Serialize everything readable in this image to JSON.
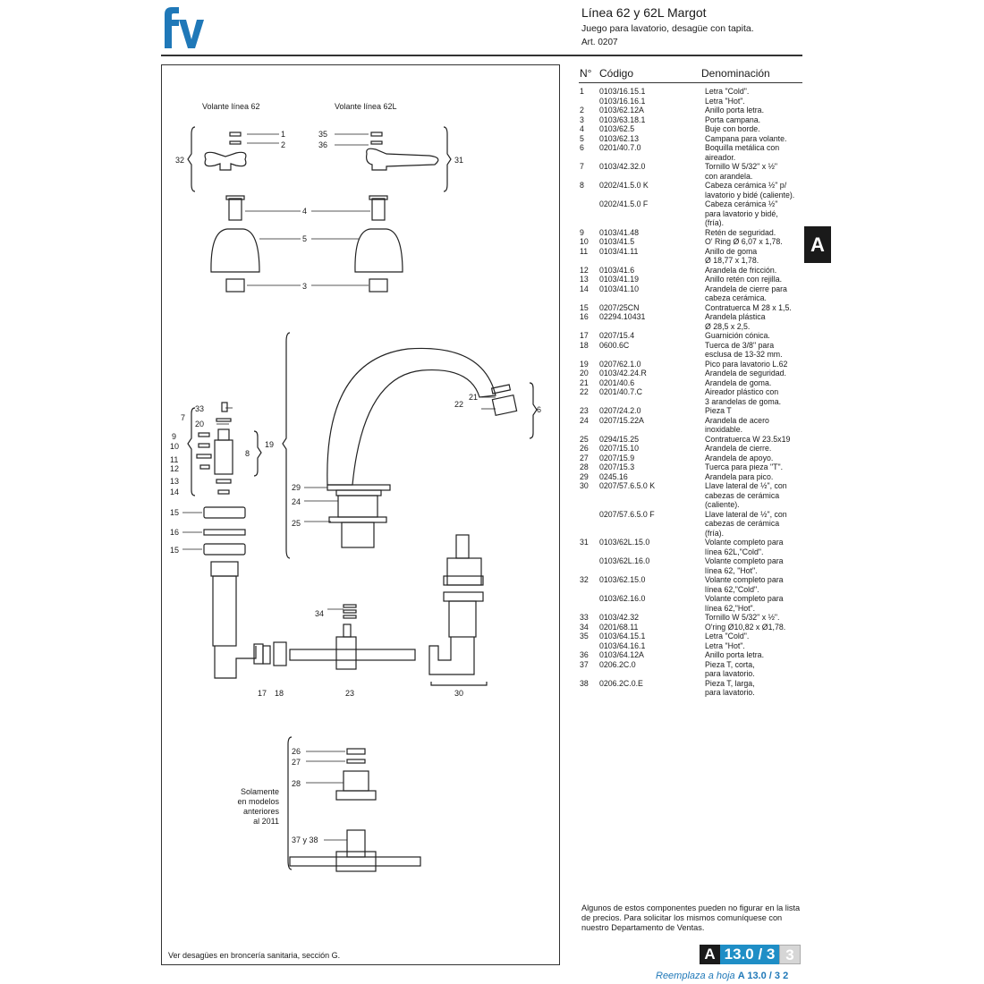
{
  "header": {
    "logo": "fv",
    "title": "Línea 62 y 62L Margot",
    "subtitle": "Juego para lavatorio, desagüe con tapita.",
    "article": "Art. 0207"
  },
  "table": {
    "col_n": "N°",
    "col_code": "Código",
    "col_name": "Denominación",
    "rows": [
      {
        "n": "1",
        "code": "0103/16.15.1",
        "name": "Letra \"Cold\"."
      },
      {
        "n": "",
        "code": "0103/16.16.1",
        "name": "Letra \"Hot\"."
      },
      {
        "n": "2",
        "code": "0103/62.12A",
        "name": "Anillo porta letra."
      },
      {
        "n": "3",
        "code": "0103/63.18.1",
        "name": "Porta campana."
      },
      {
        "n": "4",
        "code": "0103/62.5",
        "name": "Buje con borde."
      },
      {
        "n": "5",
        "code": "0103/62.13",
        "name": "Campana para volante."
      },
      {
        "n": "6",
        "code": "0201/40.7.0",
        "name": "Boquilla metálica con\naireador."
      },
      {
        "n": "7",
        "code": "0103/42.32.0",
        "name": "Tornillo W 5/32\" x ½\"\ncon arandela."
      },
      {
        "n": "8",
        "code": "0202/41.5.0 K",
        "name": "Cabeza cerámica ½\" p/\nlavatorio y bidé (caliente)."
      },
      {
        "n": "",
        "code": "0202/41.5.0 F",
        "name": "Cabeza cerámica ½\"\npara lavatorio y bidé,\n(fría)."
      },
      {
        "n": "9",
        "code": "0103/41.48",
        "name": "Retén de seguridad."
      },
      {
        "n": "10",
        "code": "0103/41.5",
        "name": "O' Ring Ø 6,07 x 1,78."
      },
      {
        "n": "11",
        "code": "0103/41.11",
        "name": "Anillo de goma\nØ 18,77 x 1,78."
      },
      {
        "n": "12",
        "code": "0103/41.6",
        "name": "Arandela de fricción."
      },
      {
        "n": "13",
        "code": "0103/41.19",
        "name": "Anillo retén con rejilla."
      },
      {
        "n": "14",
        "code": "0103/41.10",
        "name": "Arandela de cierre para\ncabeza cerámica."
      },
      {
        "n": "15",
        "code": "0207/25CN",
        "name": "Contratuerca M 28 x 1,5."
      },
      {
        "n": "16",
        "code": "02294.10431",
        "name": "Arandela plástica\nØ 28,5 x 2,5."
      },
      {
        "n": "17",
        "code": "0207/15.4",
        "name": "Guarnición cónica."
      },
      {
        "n": "18",
        "code": "0600.6C",
        "name": "Tuerca de 3/8\" para\nesclusa de 13-32 mm."
      },
      {
        "n": "19",
        "code": "0207/62.1.0",
        "name": "Pico para lavatorio L.62"
      },
      {
        "n": "20",
        "code": "0103/42.24.R",
        "name": "Arandela de seguridad."
      },
      {
        "n": "21",
        "code": "0201/40.6",
        "name": "Arandela de goma."
      },
      {
        "n": "22",
        "code": "0201/40.7.C",
        "name": "Aireador plástico con\n3 arandelas de goma."
      },
      {
        "n": "23",
        "code": "0207/24.2.0",
        "name": "Pieza T"
      },
      {
        "n": "24",
        "code": "0207/15.22A",
        "name": "Arandela de acero\ninoxidable."
      },
      {
        "n": "25",
        "code": "0294/15.25",
        "name": "Contratuerca W 23.5x19"
      },
      {
        "n": "26",
        "code": "0207/15.10",
        "name": "Arandela de cierre."
      },
      {
        "n": "27",
        "code": "0207/15.9",
        "name": "Arandela de apoyo."
      },
      {
        "n": "28",
        "code": "0207/15.3",
        "name": "Tuerca para pieza \"T\"."
      },
      {
        "n": "29",
        "code": "0245.16",
        "name": "Arandela para pico."
      },
      {
        "n": "30",
        "code": "0207/57.6.5.0 K",
        "name": "Llave lateral de ½\", con\ncabezas de cerámica\n(caliente)."
      },
      {
        "n": "",
        "code": "0207/57.6.5.0 F",
        "name": "Llave lateral de ½\", con\ncabezas de cerámica\n(fría)."
      },
      {
        "n": "31",
        "code": "0103/62L.15.0",
        "name": "Volante completo para\nlínea 62L,\"Cold\"."
      },
      {
        "n": "",
        "code": "0103/62L.16.0",
        "name": "Volante completo para\nlínea 62, \"Hot\"."
      },
      {
        "n": "32",
        "code": "0103/62.15.0",
        "name": "Volante completo para\nlínea 62,\"Cold\"."
      },
      {
        "n": "",
        "code": "0103/62.16.0",
        "name": "Volante completo para\nlínea 62,\"Hot\"."
      },
      {
        "n": "33",
        "code": "0103/42.32",
        "name": "Tornillo W 5/32\" x ½\"."
      },
      {
        "n": "34",
        "code": "0201/68.11",
        "name": "O'ring Ø10,82 x Ø1,78."
      },
      {
        "n": "35",
        "code": "0103/64.15.1",
        "name": "Letra \"Cold\"."
      },
      {
        "n": "",
        "code": "0103/64.16.1",
        "name": "Letra \"Hot\"."
      },
      {
        "n": "36",
        "code": "0103/64.12A",
        "name": "Anillo porta letra."
      },
      {
        "n": "37",
        "code": "0206.2C.0",
        "name": "Pieza T, corta,\npara lavatorio."
      },
      {
        "n": "38",
        "code": "0206.2C.0.E",
        "name": "Pieza T, larga,\npara lavatorio."
      }
    ]
  },
  "side_tab": "A",
  "drawing": {
    "label_62": "Volante línea 62",
    "label_62L": "Volante línea 62L",
    "note_old_1": "Solamente",
    "note_old_2": "en modelos",
    "note_old_3": "anteriores",
    "note_old_4": "al 2011",
    "callouts": {
      "n1": "1",
      "n2": "2",
      "n3": "3",
      "n4": "4",
      "n5": "5",
      "n6": "6",
      "n7": "7",
      "n8": "8",
      "n9": "9",
      "n10": "10",
      "n11": "11",
      "n12": "12",
      "n13": "13",
      "n14": "14",
      "n15": "15",
      "n16": "16",
      "n17": "17",
      "n18": "18",
      "n19": "19",
      "n20": "20",
      "n21": "21",
      "n22": "22",
      "n23": "23",
      "n24": "24",
      "n25": "25",
      "n26": "26",
      "n27": "27",
      "n28": "28",
      "n29": "29",
      "n30": "30",
      "n31": "31",
      "n32": "32",
      "n33": "33",
      "n34": "34",
      "n35": "35",
      "n36": "36",
      "n3738": "37 y 38"
    },
    "footer": "Ver desagües en broncería sanitaria, sección G."
  },
  "note": "Algunos de estos componentes pueden no figurar en la lista de precios. Para solicitar los mismos comuníquese con nuestro Departamento de Ventas.",
  "page_badge": {
    "section": "A",
    "page": "13.0 / 3",
    "sheet": "3"
  },
  "replaces": {
    "label": "Reemplaza a hoja",
    "ref": "A  13.0 / 3  2"
  },
  "colors": {
    "accent": "#1f8ec6",
    "logo": "#1f78b8",
    "ink": "#1a1a1a"
  }
}
